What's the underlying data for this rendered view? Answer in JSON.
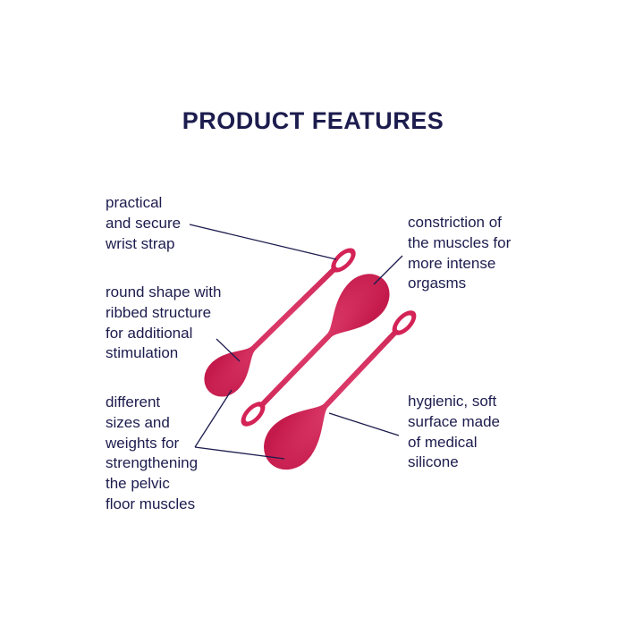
{
  "title": "PRODUCT FEATURES",
  "colors": {
    "text": "#1c1c4e",
    "product": "#d42356",
    "leader_line": "#1c1c4e"
  },
  "features": [
    {
      "id": "wrist-strap",
      "lines": [
        "practical",
        "and secure",
        "wrist strap"
      ]
    },
    {
      "id": "round-shape",
      "lines": [
        "round shape with",
        "ribbed structure",
        "for additional",
        "stimulation"
      ]
    },
    {
      "id": "sizes-weights",
      "lines": [
        "different",
        "sizes and",
        "weights for",
        "strengthening",
        "the pelvic",
        "floor muscles"
      ]
    },
    {
      "id": "constriction",
      "lines": [
        "constriction of",
        "the muscles for",
        "more intense",
        "orgasms"
      ]
    },
    {
      "id": "silicone",
      "lines": [
        "hygienic, soft",
        "surface made",
        "of medical",
        "silicone"
      ]
    }
  ]
}
